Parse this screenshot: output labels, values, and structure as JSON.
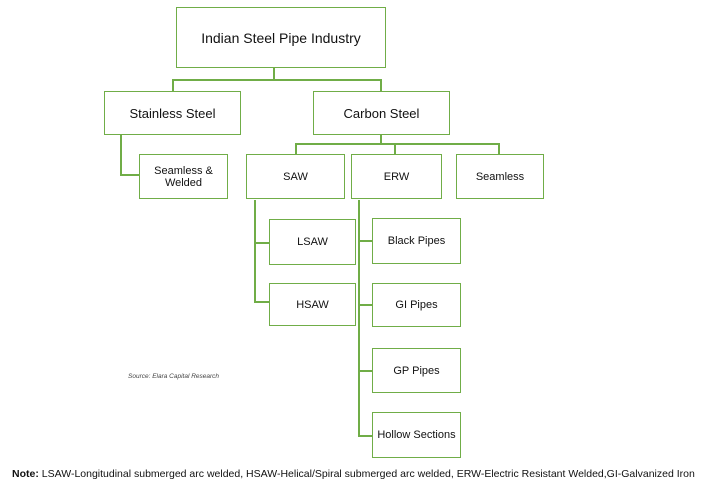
{
  "nodes": {
    "root": "Indian Steel Pipe Industry",
    "stainless": "Stainless Steel",
    "carbon": "Carbon Steel",
    "seamless_welded": "Seamless & Welded",
    "saw": "SAW",
    "erw": "ERW",
    "seamless": "Seamless",
    "lsaw": "LSAW",
    "hsaw": "HSAW",
    "black_pipes": "Black Pipes",
    "gi_pipes": "GI Pipes",
    "gp_pipes": "GP Pipes",
    "hollow_sections": "Hollow Sections"
  },
  "source": "Source: Elara Capital Research",
  "note": {
    "label": "Note:",
    "text": "LSAW-Longitudinal submerged arc welded, HSAW-Helical/Spiral submerged arc welded, ERW-Electric Resistant Welded,GI-Galvanized Iron"
  },
  "colors": {
    "border": "#70ad47",
    "connector": "#70ad47"
  }
}
